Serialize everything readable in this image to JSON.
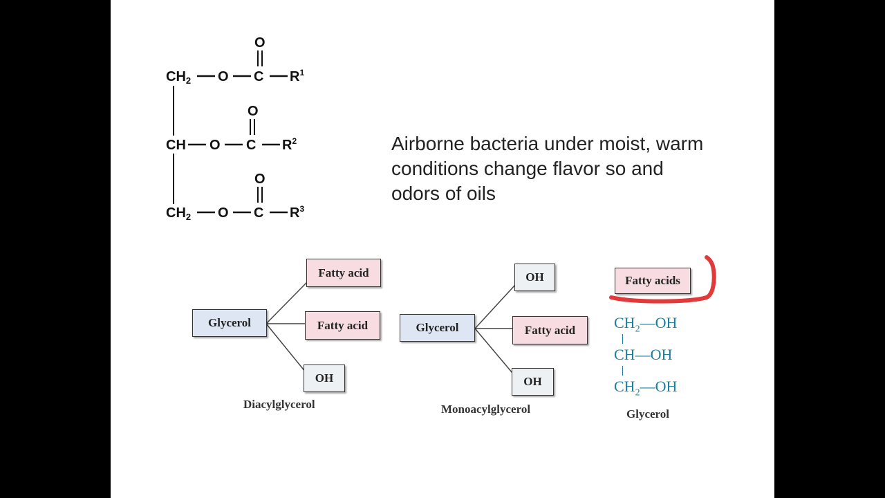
{
  "triacylglycerol": {
    "oxygen": "O",
    "rows": [
      {
        "group": "CH",
        "sub": "2",
        "o": "O",
        "c": "C",
        "r": "R",
        "sup": "1"
      },
      {
        "group": "CH",
        "sub": "",
        "o": "O",
        "c": "C",
        "r": "R",
        "sup": "2"
      },
      {
        "group": "CH",
        "sub": "2",
        "o": "O",
        "c": "C",
        "r": "R",
        "sup": "3"
      }
    ]
  },
  "caption": "Airborne bacteria under moist, warm conditions  change flavor so and odors of oils",
  "diacylglycerol": {
    "glycerol": "Glycerol",
    "branches": [
      "Fatty acid",
      "Fatty acid",
      "OH"
    ],
    "label": "Diacylglycerol"
  },
  "monoacylglycerol": {
    "glycerol": "Glycerol",
    "branches": [
      "OH",
      "Fatty acid",
      "OH"
    ],
    "label": "Monoacylglycerol"
  },
  "glycerol_panel": {
    "fatty_acids": "Fatty acids",
    "rows": [
      {
        "group": "CH",
        "sub": "2",
        "oh": "—OH"
      },
      {
        "group": "CH",
        "sub": "",
        "oh": "—OH"
      },
      {
        "group": "CH",
        "sub": "2",
        "oh": "—OH"
      }
    ],
    "label": "Glycerol"
  },
  "colors": {
    "fatty_acid_fill": "#f7dde1",
    "glycerol_fill": "#dde6f2",
    "glycerol_structure": "#1e7ea0",
    "highlight_stroke": "#e03a3a"
  }
}
